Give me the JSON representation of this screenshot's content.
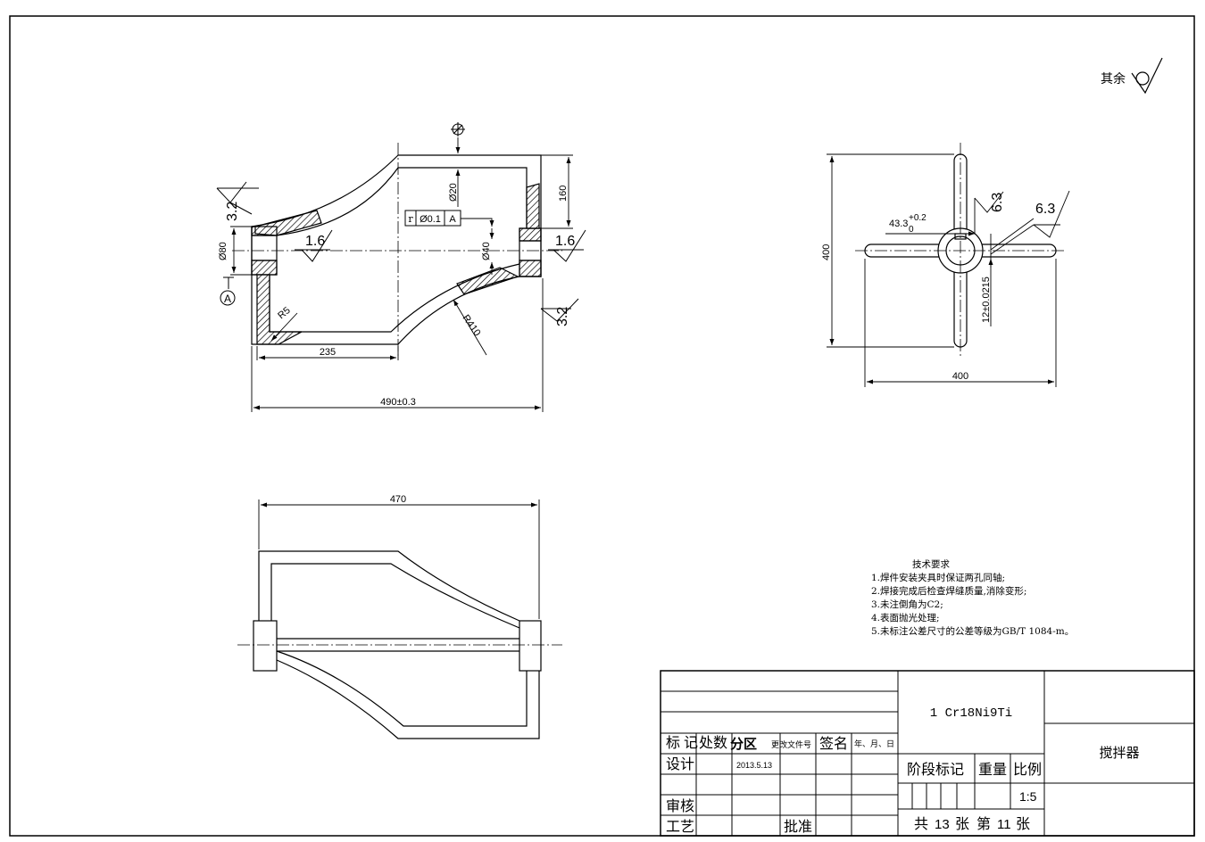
{
  "roughness_note": {
    "prefix": "其余"
  },
  "front_view": {
    "datum_label": "A",
    "roughness": [
      "3.2",
      "1.6",
      "1.6",
      "3.2"
    ],
    "dims": {
      "d80": "Ø80",
      "d20": "Ø20",
      "d40": "Ø40",
      "h160": "160",
      "r5": "R5",
      "r410": "R410",
      "w235": "235",
      "w490": "490±0.3"
    },
    "tolerance_frame": {
      "symbol": "r",
      "value": "Ø0.1",
      "datum": "A"
    }
  },
  "side_view": {
    "keyway_base": "43.3",
    "keyway_upper": "+0.2",
    "keyway_lower": "0",
    "roughness": [
      "6.3",
      "6.3"
    ],
    "dims": {
      "height": "400",
      "width": "400",
      "keyway_width": "12±0.0215"
    }
  },
  "top_view": {
    "dims": {
      "width": "470"
    }
  },
  "tech_requirements": {
    "title": "技术要求",
    "items": [
      "1.焊件安装夹具时保证两孔同轴;",
      "2.焊接完成后检查焊缝质量,消除变形;",
      "3.未注倒角为C2;",
      "4.表面抛光处理;",
      "5.未标注公差尺寸的公差等级为GB/T 1084-m。"
    ]
  },
  "title_block": {
    "material": "1 Cr18Ni9Ti",
    "part_name": "搅拌器",
    "mark": "标记",
    "count": "处数",
    "zone": "分区",
    "change_doc": "更改文件号",
    "signature": "签名",
    "date_label": "年、月、日",
    "design": "设计",
    "design_date": "2013.5.13",
    "review": "审核",
    "process": "工艺",
    "approve": "批准",
    "stage_mark": "阶段标记",
    "weight": "重量",
    "scale": "比例",
    "scale_value": "1:5",
    "sheets_total_prefix": "共",
    "sheets_total": "13",
    "sheets_unit1": "张",
    "sheets_index_prefix": "第",
    "sheets_index": "11",
    "sheets_unit2": "张"
  }
}
